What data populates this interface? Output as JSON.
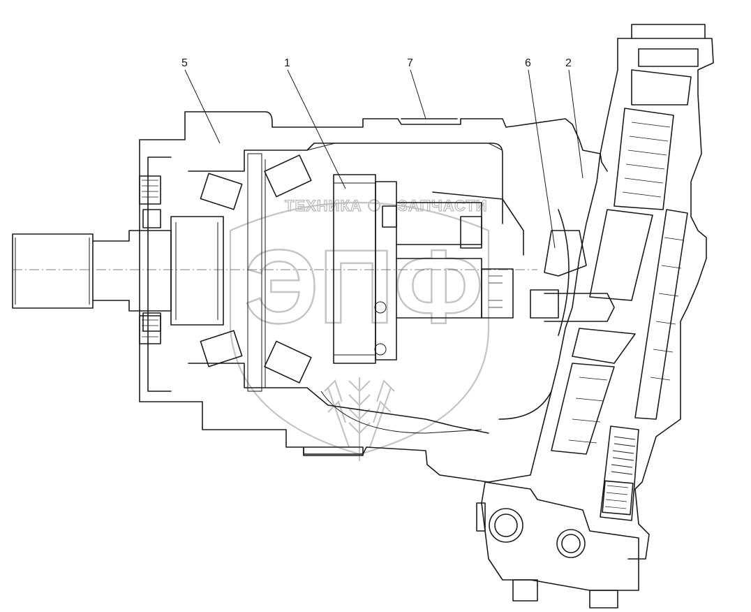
{
  "callouts": [
    {
      "id": "5",
      "label": "5"
    },
    {
      "id": "1",
      "label": "1"
    },
    {
      "id": "7",
      "label": "7"
    },
    {
      "id": "6",
      "label": "6"
    },
    {
      "id": "2",
      "label": "2"
    }
  ],
  "watermark": {
    "left_text": "ТЕХНИКА",
    "right_text": "ЗАПЧАСТИ",
    "monogram": "ЭПФ"
  },
  "colors": {
    "ink": "#1a1a1a",
    "watermark": "#c4c4c4"
  }
}
